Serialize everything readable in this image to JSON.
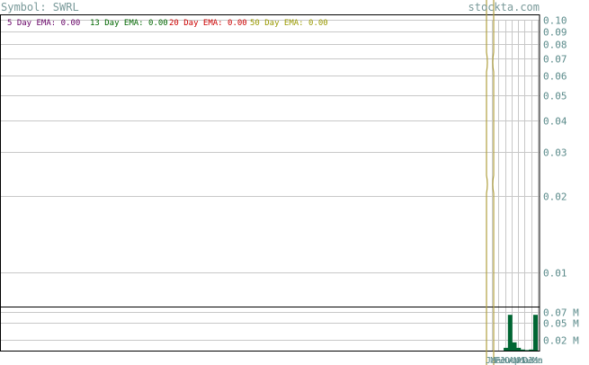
{
  "header": {
    "symbol_text": "Symbol: SWRL",
    "brand": "stockta.com"
  },
  "legend": [
    {
      "label": "5 Day EMA: 0.00",
      "color": "#660066"
    },
    {
      "label": "13 Day EMA: 0.00",
      "color": "#006600"
    },
    {
      "label": "20 Day EMA: 0.00",
      "color": "#cc0000"
    },
    {
      "label": "50 Day EMA: 0.00",
      "color": "#999900"
    }
  ],
  "colors": {
    "grid": "#c8c8c8",
    "axis_text": "#5a8a8a",
    "header_text": "#7a9a9a",
    "price_line": "#b0a040",
    "volume_bar": "#006633",
    "frame": "#000000"
  },
  "chart_data": [
    {
      "type": "line",
      "panel": "price",
      "scale": "log",
      "ylim": [
        0.0073,
        0.105
      ],
      "y_ticks": [
        0.1,
        0.09,
        0.08,
        0.07,
        0.06,
        0.05,
        0.04,
        0.03,
        0.02,
        0.01
      ],
      "y_tick_labels": [
        "0.10",
        "0.09",
        "0.08",
        "0.07",
        "0.06",
        "0.05",
        "0.04",
        "0.03",
        "0.02",
        "0.01"
      ],
      "x_tick_labels": [
        "Ja",
        "Ma",
        "Fe",
        "Ju",
        "Oc",
        "Ap",
        "No",
        "Ma",
        "De",
        "Ja",
        "Ma",
        "r"
      ],
      "grid": true
    },
    {
      "type": "bar",
      "panel": "volume",
      "unit": "M",
      "ylim": [
        0,
        0.08
      ],
      "y_ticks": [
        0.07,
        0.05,
        0.02
      ],
      "y_tick_labels": [
        "0.07 M",
        "0.05 M",
        "0.02 M"
      ],
      "values": [
        0,
        0,
        0,
        0.005,
        0.065,
        0.015,
        0.005,
        0.002,
        0.001,
        0.002,
        0.065
      ]
    }
  ]
}
